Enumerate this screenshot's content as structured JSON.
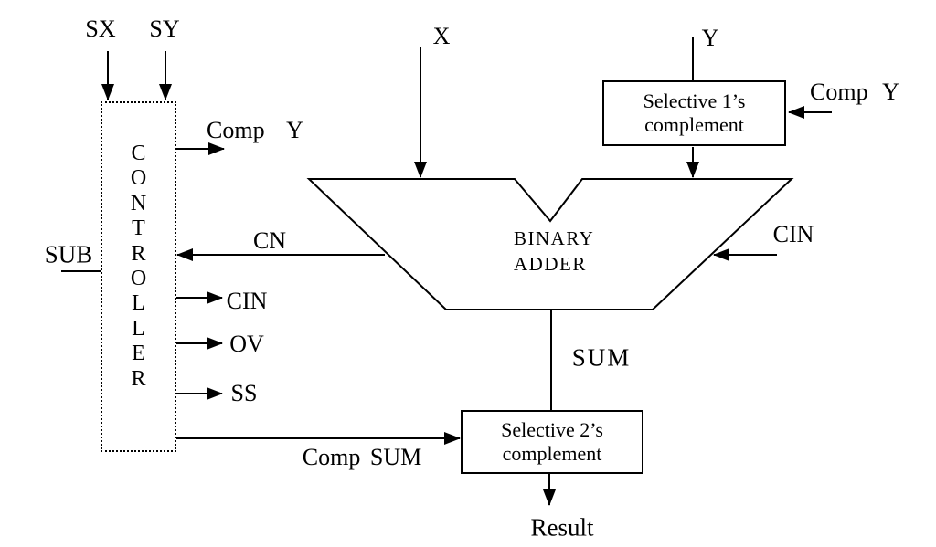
{
  "colors": {
    "ink": "#000000",
    "background": "#ffffff"
  },
  "signals": {
    "sx": "SX",
    "sy": "SY",
    "sub": "SUB",
    "x": "X",
    "y": "Y",
    "comp_y_out": "Comp Y",
    "cn": "CN",
    "cin_out": "CIN",
    "ov": "OV",
    "ss": "SS",
    "comp_sum": "Comp SUM",
    "comp_y_in": "Comp Y",
    "cin_in": "CIN",
    "sum": "SUM",
    "result": "Result"
  },
  "blocks": {
    "controller": {
      "label": "CONTROLLER"
    },
    "adder": {
      "line1": "BINARY",
      "line2": "ADDER"
    },
    "sel1_complement": {
      "line1": "Selective 1’s",
      "line2": "complement"
    },
    "sel2_complement": {
      "line1": "Selective 2’s",
      "line2": "complement"
    }
  }
}
